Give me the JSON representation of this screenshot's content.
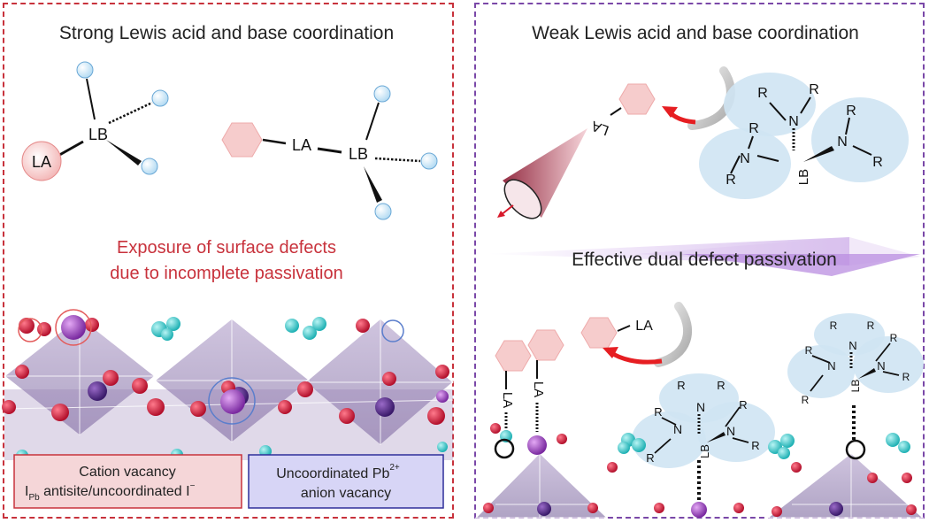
{
  "left": {
    "title": "Strong Lewis acid and base coordination",
    "warning_line1": "Exposure of surface defects",
    "warning_line2": "due to incomplete passivation",
    "box_cation": {
      "line1": "Cation vacancy",
      "line2_main": "I",
      "line2_sub": "Pb",
      "line2_rest": " antisite/uncoordinated I",
      "line2_sup": "−"
    },
    "box_anion": {
      "line1_main": "Uncoordinated Pb",
      "line1_sup": "2+",
      "line2": "anion vacancy"
    }
  },
  "right": {
    "title": "Weak Lewis acid and base coordination",
    "arrow_label": "Effective dual defect passivation"
  },
  "labels": {
    "la": "LA",
    "lb": "LB",
    "n": "N",
    "r": "R"
  },
  "colors": {
    "left_border": "#c8323c",
    "right_border": "#7a48a8",
    "la_pink": "#f6c8c8",
    "ligand_blue": "#cfe4f3",
    "teal_atom": "#3cc7c9",
    "red_atom": "#d81e3c",
    "purple_atom": "#a64cc8",
    "octahedron": "#8f78b0"
  }
}
